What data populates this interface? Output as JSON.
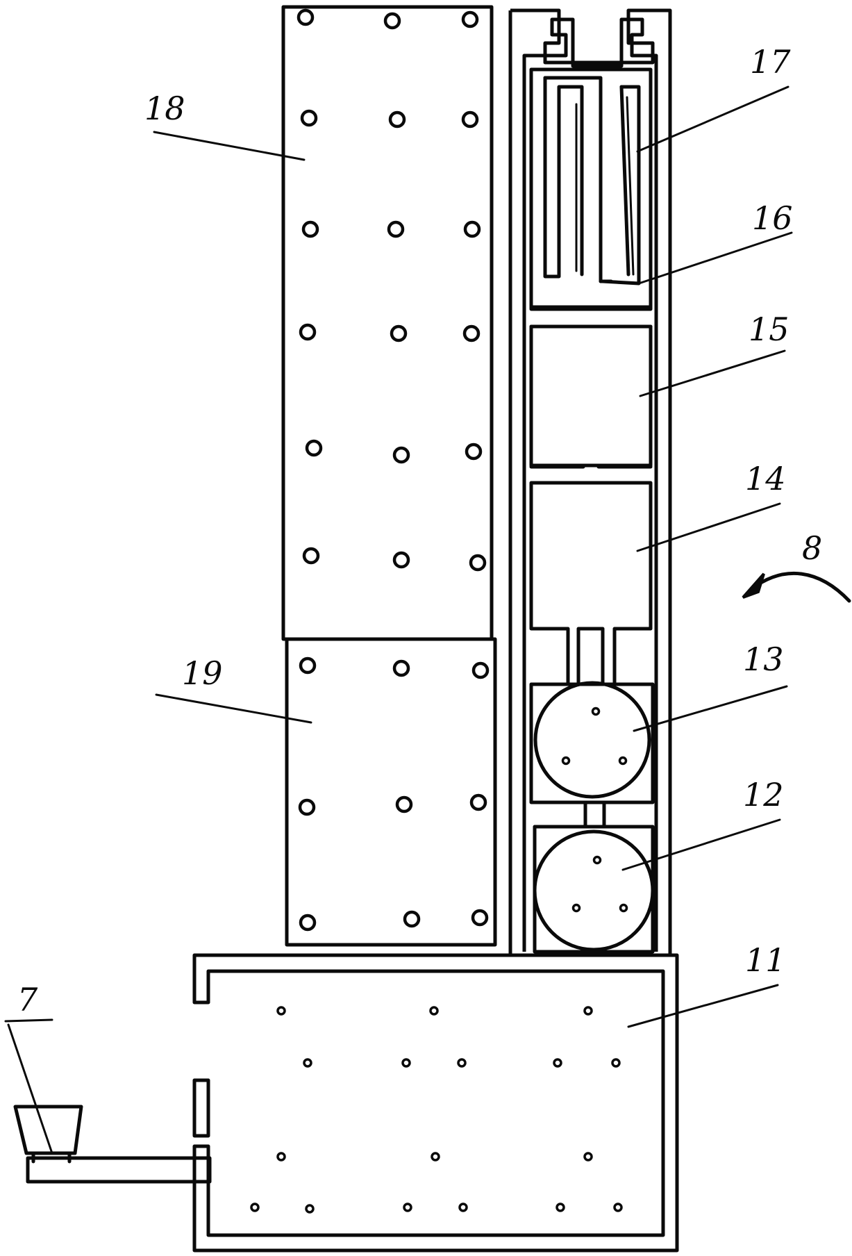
{
  "labels": {
    "feeder": "7",
    "apparatus": "8",
    "chamber_11": "11",
    "roller_12": "12",
    "roller_13": "13",
    "section_14": "14",
    "section_15": "15",
    "section_16": "16",
    "baffles_17": "17",
    "plate_18": "18",
    "plate_19": "19"
  }
}
